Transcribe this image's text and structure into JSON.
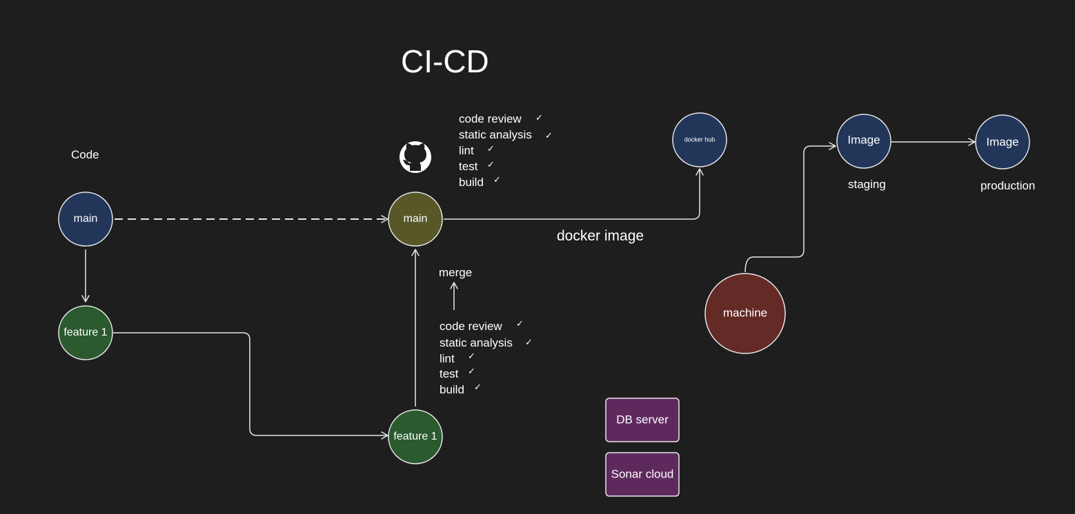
{
  "title": "CI-CD",
  "code_label": "Code",
  "nodes": {
    "local_main": "main",
    "local_feature": "feature 1",
    "github_main": "main",
    "github_feature": "feature 1",
    "docker_hub": "docker hub",
    "image_staging": "Image",
    "image_production": "Image",
    "machine": "machine"
  },
  "labels": {
    "docker_image": "docker image",
    "merge": "merge",
    "staging": "staging",
    "production": "production"
  },
  "checklist_top": [
    "code review",
    "static analysis",
    "lint",
    "test",
    "build"
  ],
  "checklist_bottom": [
    "code review",
    "static analysis",
    "lint",
    "test",
    "build"
  ],
  "check_mark": "✓",
  "services": {
    "db": "DB server",
    "sonar": "Sonar cloud"
  },
  "icons": {
    "github": "github-icon"
  },
  "colors": {
    "background": "#1e1e1e",
    "blue_node": "#22365a",
    "green_node": "#2a5a2e",
    "olive_node": "#575728",
    "red_node": "#642a26",
    "purple_box": "#5e2a5e",
    "stroke": "#e8e8e8"
  }
}
